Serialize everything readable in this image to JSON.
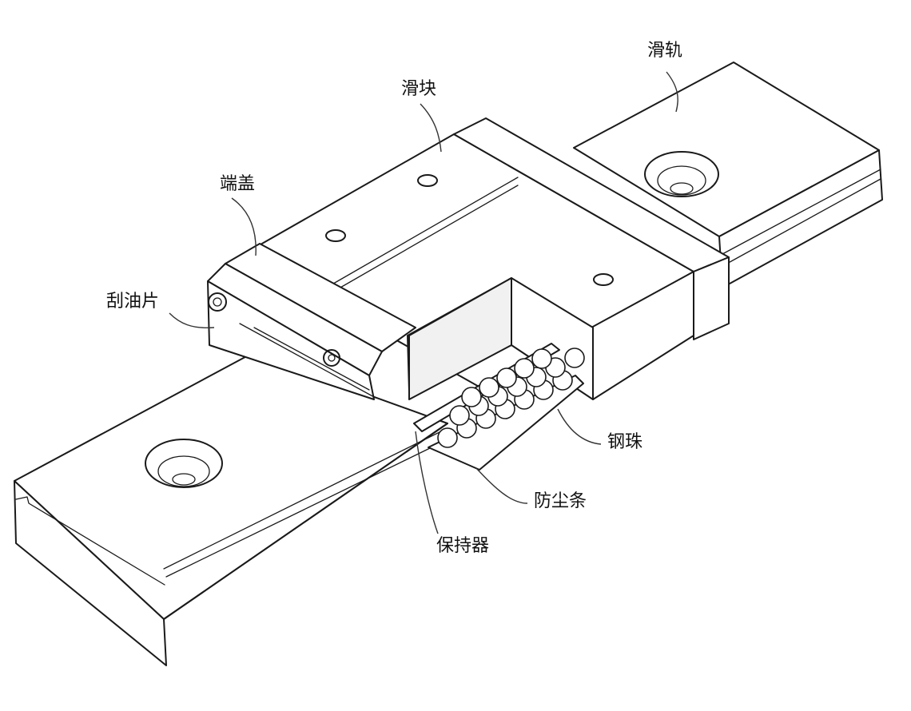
{
  "labels": {
    "rail": "滑轨",
    "block": "滑块",
    "end_cap": "端盖",
    "wiper": "刮油片",
    "steel_balls": "钢珠",
    "dust_strip": "防尘条",
    "retainer": "保持器"
  }
}
